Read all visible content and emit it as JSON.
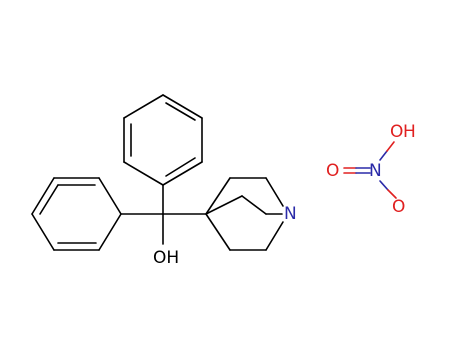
{
  "molecule": {
    "hydroxyl_label": "OH",
    "amine_label": "N"
  },
  "nitrate": {
    "hydroxyl_label": "O",
    "hydroxyl_h_label": "H",
    "nitrogen_label": "N",
    "oxygen_left_label": "O",
    "oxygen_bottom_label": "O"
  },
  "colors": {
    "bond": "#000000",
    "oxygen": "#e02020",
    "nitrogen": "#2a2aa8"
  }
}
